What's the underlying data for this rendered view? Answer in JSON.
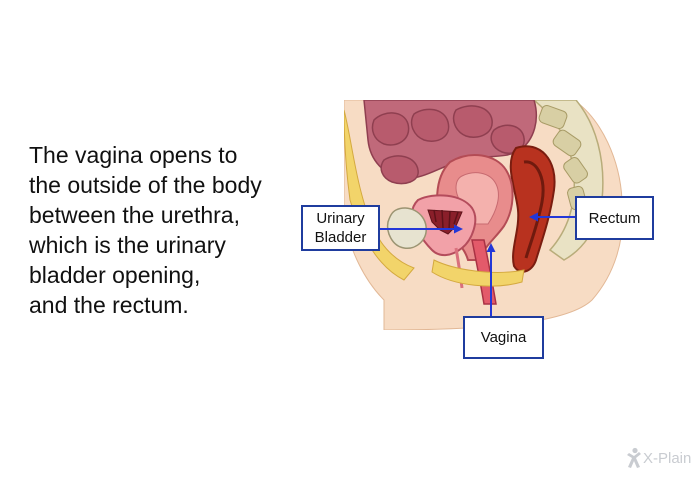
{
  "text": {
    "lines": [
      "The vagina opens to",
      "the outside of the body",
      "between the urethra,",
      "which is the urinary",
      "bladder opening,",
      "and the rectum."
    ]
  },
  "labels": {
    "bladder_line1": "Urinary",
    "bladder_line2": "Bladder",
    "rectum": "Rectum",
    "vagina": "Vagina"
  },
  "logo": {
    "text": "X-Plain",
    "icon": "figure-x-icon"
  },
  "colors": {
    "callout_border": "#1f3c9e",
    "arrow": "#2337d8",
    "logo": "#c9ccd1"
  }
}
